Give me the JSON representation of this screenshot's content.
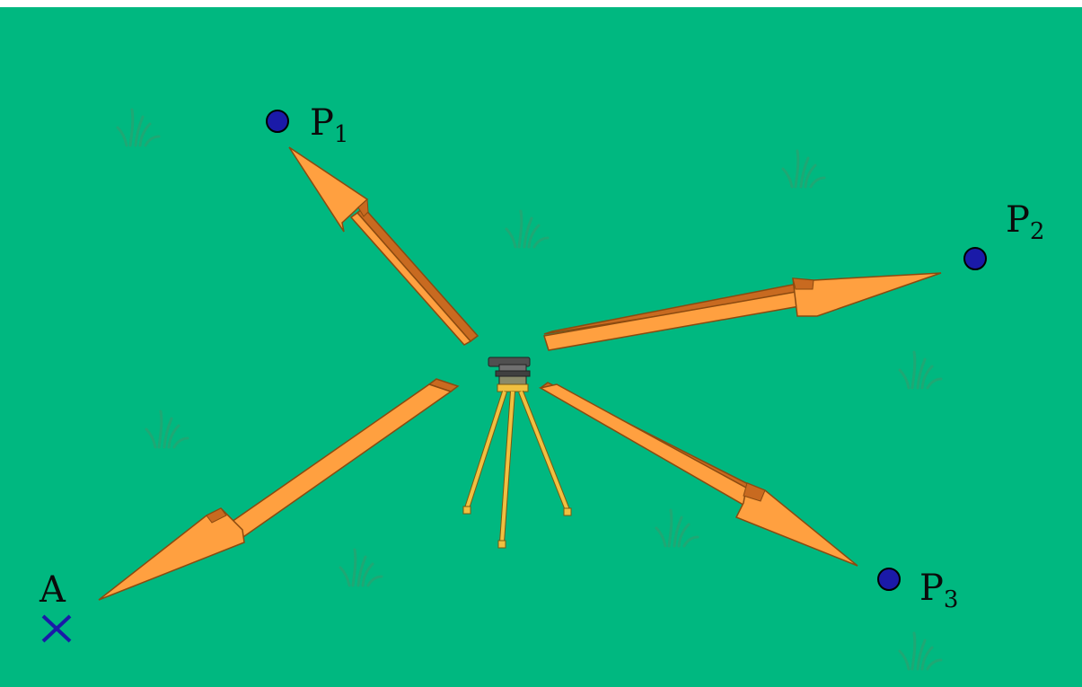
{
  "colors": {
    "background": "#00b880",
    "arrow_fill": "#ffa040",
    "arrow_edge": "#8a4a10",
    "point_fill": "#1a1aa8",
    "cross": "#1a1aa8",
    "grass": "#3a9a6a",
    "tripod_legs": "#f0c040",
    "instrument": "#505050"
  },
  "points": {
    "p1": {
      "letter": "P",
      "sub": "1"
    },
    "p2": {
      "letter": "P",
      "sub": "2"
    },
    "p3": {
      "letter": "P",
      "sub": "3"
    },
    "a": {
      "label": "A"
    }
  },
  "icons": {
    "instrument": "level-on-tripod-icon",
    "grass": "grass-tuft-icon",
    "cross": "cross-mark-icon"
  }
}
